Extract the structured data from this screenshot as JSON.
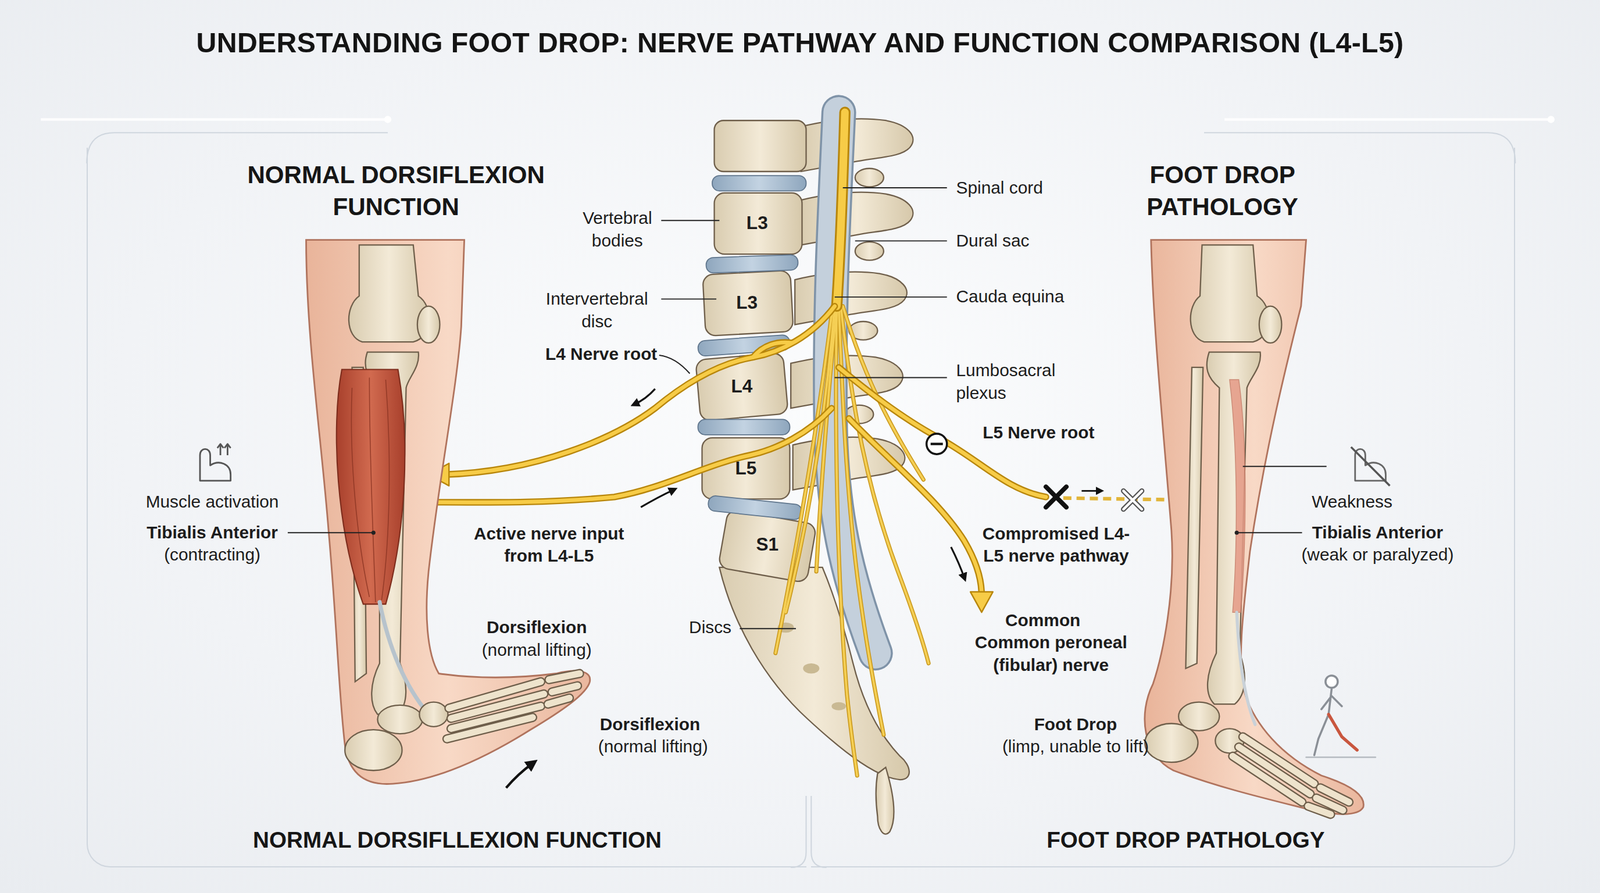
{
  "diagram": {
    "title": "UNDERSTANDING FOOT DROP: NERVE PATHWAY AND FUNCTION COMPARISON (L4-L5)",
    "nodes": [
      {
        "text": [
          "NORMAL DORSIFLEXION FUNCTION",
          "NORMAL DORSIFLLEXION FUNCTION"
        ]
      },
      {
        "text": [
          "FOOT DROP PATHOLOGY",
          "FOOT DROP PATHOLOGY"
        ]
      }
    ],
    "labels": [
      "Vertebral bodies",
      "L3",
      "Intervertebral disc",
      "L3",
      "L4 Nerve root",
      "L4",
      "L5",
      "S1",
      "Spinal cord",
      "Dural sac",
      "Cauda equina",
      "Lumbosacral plexus",
      "L5 Nerve root",
      "Muscle activation",
      "Tibialis Anterior",
      "(contracting)",
      "Active nerve input from L4-L5",
      "Dorsiflexion",
      "(normal lifting)",
      "Discs",
      "Compromised L4-L5 nerve pathway",
      "Common",
      "Common peroneal (fibular) nerve",
      "Dorsiflexion",
      "(normal lifting)",
      "Weakness",
      "Tibialis Anterior",
      "(weak or paralyzed)",
      "Foot Drop",
      "(limp, unable to lift)"
    ]
  }
}
